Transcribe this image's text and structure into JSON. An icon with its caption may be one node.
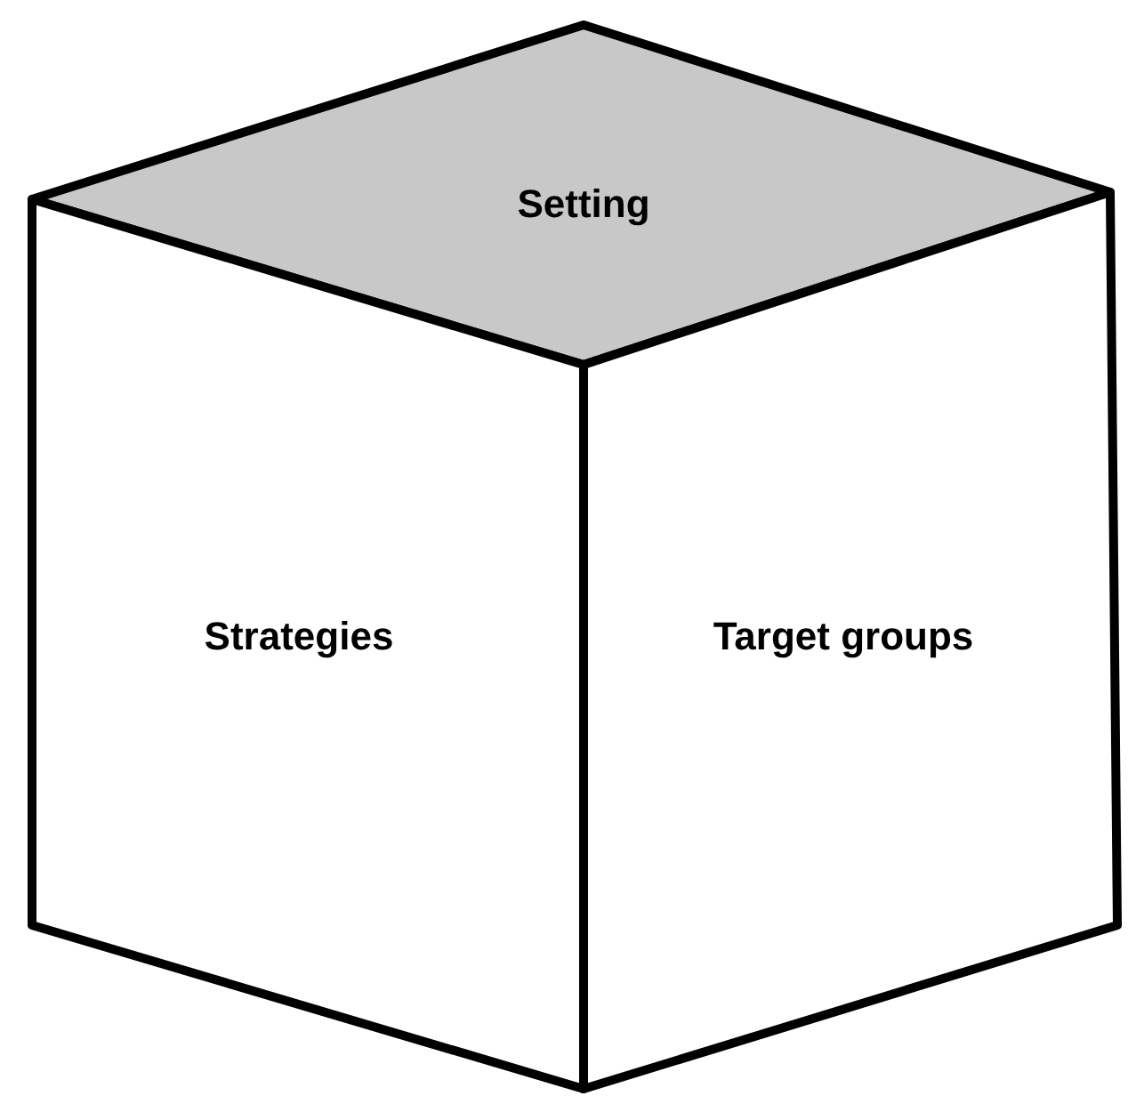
{
  "diagram": {
    "nodes": [
      {
        "text": [
          "Setting"
        ]
      },
      {
        "text": [
          "Strategies"
        ]
      },
      {
        "text": [
          "Target groups"
        ]
      }
    ]
  }
}
